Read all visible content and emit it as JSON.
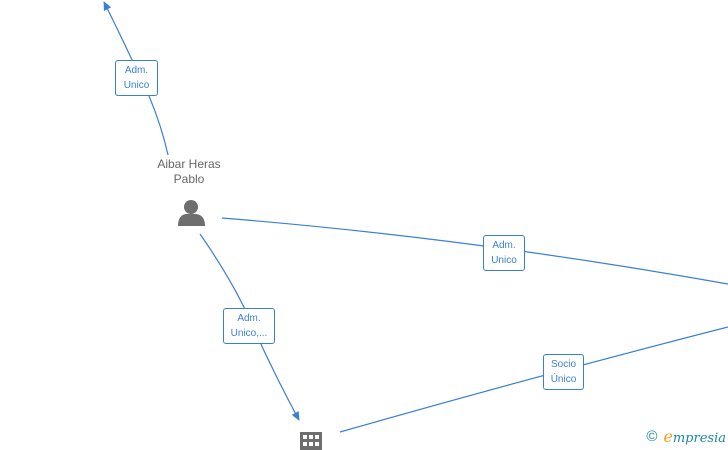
{
  "person": {
    "name_line1": "Aibar Heras",
    "name_line2": "Pablo",
    "icon": "person-icon"
  },
  "company": {
    "icon": "building-icon"
  },
  "edges": [
    {
      "id": "edge-up",
      "label_line1": "Adm.",
      "label_line2": "Unico"
    },
    {
      "id": "edge-right",
      "label_line1": "Adm.",
      "label_line2": "Unico"
    },
    {
      "id": "edge-down",
      "label_line1": "Adm.",
      "label_line2": "Unico,..."
    },
    {
      "id": "edge-company-right",
      "label_line1": "Socio",
      "label_line2": "Único"
    }
  ],
  "watermark": {
    "symbol": "©",
    "brand_initial": "e",
    "brand_rest": "mpresia"
  },
  "colors": {
    "edge": "#3a7fd5",
    "node": "#6e6e6e",
    "text": "#666666"
  }
}
